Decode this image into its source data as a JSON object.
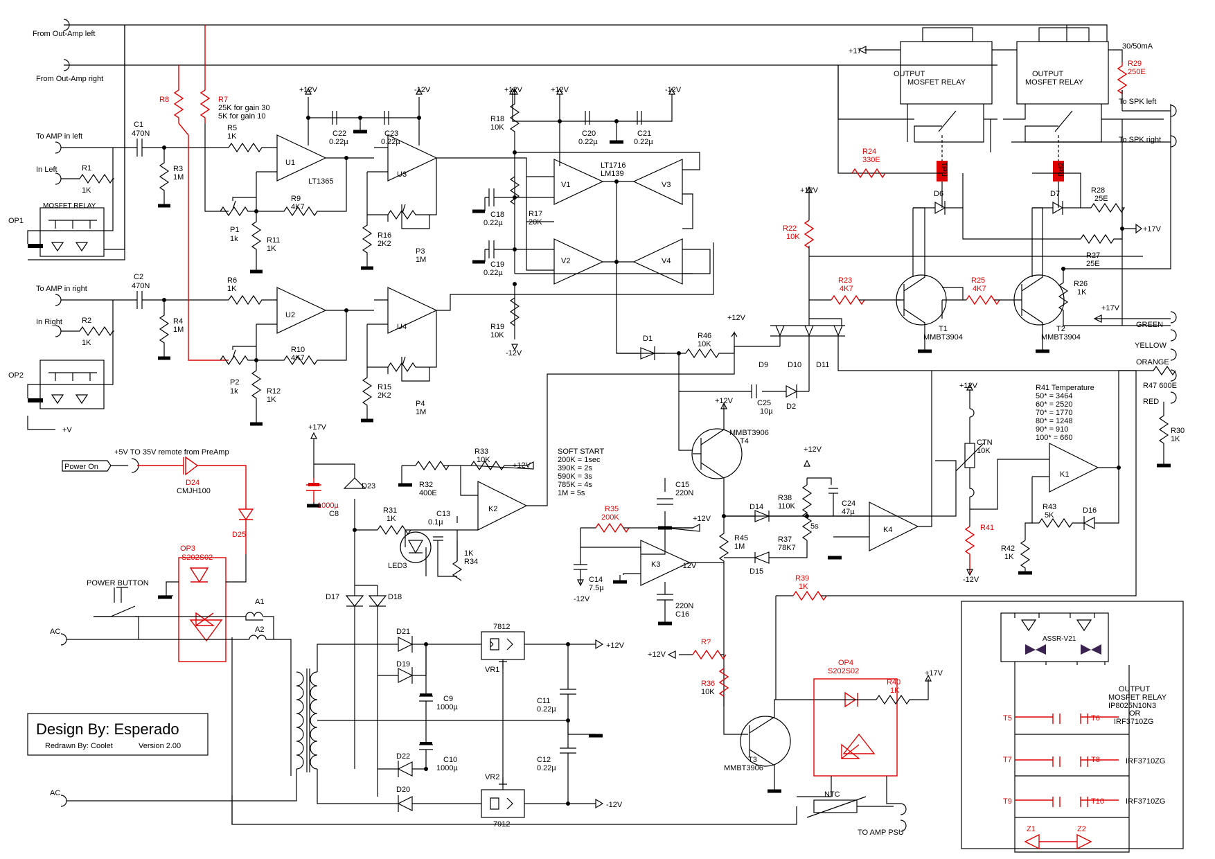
{
  "design": {
    "title": "Design By: Esperado",
    "redrawn": "Redrawn By: Coolet",
    "version": "Version 2.00"
  },
  "labels": {
    "from_out_amp_left": "From Out-Amp left",
    "from_out_amp_right": "From Out-Amp right",
    "to_amp_in_left": "To AMP in left",
    "in_left": "In Left",
    "to_amp_in_right": "To AMP in right",
    "in_right": "In Right",
    "op1": "OP1",
    "op2": "OP2",
    "mosfet_relay": "MOSFET RELAY",
    "plus_v": "+V",
    "remote": "+5V TO 35V  remote from PreAmp",
    "power_on": "Power On",
    "power_button": "POWER BUTTON",
    "ac1": "AC",
    "ac2": "AC",
    "to_spk_left": "To SPK left",
    "to_spk_right": "To SPK right",
    "green": "GREEN",
    "yellow": "YELLOW",
    "orange": "ORANGE",
    "red_wire": "RED",
    "to_amp_psu": "TO AMP PSU",
    "plus17_top": "+17",
    "current": "30/50mA",
    "soft_start": [
      "SOFT START",
      "200K = 1sec",
      "390K = 2s",
      "590K = 3s",
      "785K = 4s",
      "1M = 5s"
    ],
    "r41_temp": [
      "R41 Temperature",
      "50* = 3464",
      "60* = 2520",
      "70* = 1770",
      "80* = 1248",
      "90* = 910",
      "100* = 660"
    ],
    "output_relay_inset": [
      "OUTPUT",
      "MOSFET RELAY",
      "IP8025N10N3",
      "OR",
      "IRF3710ZG"
    ],
    "irf1": "IRF3710ZG",
    "irf2": "IRF3710ZG",
    "assr": "ASSR-V21",
    "five_s": "5s",
    "relay_box": [
      "OUTPUT",
      "MOSFET RELAY"
    ]
  },
  "components": {
    "C1": [
      "C1",
      "470N"
    ],
    "C2": [
      "C2",
      "470N"
    ],
    "R1": [
      "R1",
      "1K"
    ],
    "R2": [
      "R2",
      "1K"
    ],
    "R3": [
      "R3",
      "1M"
    ],
    "R4": [
      "R4",
      "1M"
    ],
    "R5": [
      "R5",
      "1K"
    ],
    "R6": [
      "R6",
      "1K"
    ],
    "R7": [
      "R7",
      "25K for gain 30",
      "5K for gain 10"
    ],
    "R8": [
      "R8"
    ],
    "R9": [
      "R9",
      "4K7"
    ],
    "R10": [
      "R10",
      "4K7"
    ],
    "R11": [
      "R11",
      "1K"
    ],
    "R12": [
      "R12",
      "1K"
    ],
    "P1": [
      "P1",
      "1k"
    ],
    "P2": [
      "P2",
      "1k"
    ],
    "P3": [
      "P3",
      "1M"
    ],
    "P4": [
      "P4",
      "1M"
    ],
    "R15": [
      "R15",
      "2K2"
    ],
    "R16": [
      "R16",
      "2K2"
    ],
    "U1": "U1",
    "U2": "U2",
    "U3": "U3",
    "U4": "U4",
    "LT1365": "LT1365",
    "C22": [
      "C22",
      "0.22µ"
    ],
    "C23": [
      "C23",
      "0.22µ"
    ],
    "C20": [
      "C20",
      "0.22µ"
    ],
    "C21": [
      "C21",
      "0.22µ"
    ],
    "C18": [
      "C18",
      "0.22µ"
    ],
    "C19": [
      "C19",
      "0.22µ"
    ],
    "R17": [
      "R17",
      "20K"
    ],
    "R18": [
      "R18",
      "10K"
    ],
    "R19": [
      "R19",
      "10K"
    ],
    "V1": "V1",
    "V2": "V2",
    "V3": "V3",
    "V4": "V4",
    "LT1716": [
      "LT1716",
      "LM139"
    ],
    "R24": [
      "R24",
      "330E"
    ],
    "R29": [
      "R29",
      "250E"
    ],
    "R22": [
      "R22",
      "10K"
    ],
    "R23": [
      "R23",
      "4K7"
    ],
    "R25": [
      "R25",
      "4K7"
    ],
    "R26": [
      "R26",
      "1K"
    ],
    "R27": [
      "R27",
      "25E"
    ],
    "R28": [
      "R28",
      "25E"
    ],
    "T1": [
      "T1",
      "MMBT3904"
    ],
    "T2": [
      "T2",
      "MMBT3904"
    ],
    "T3": [
      "T3",
      "MMBT3906"
    ],
    "T4": [
      "MMBT3906",
      "T4"
    ],
    "Rel1": "Rel1",
    "Rel2": "Rel2",
    "D6": "D6",
    "D7": "D7",
    "D1": "D1",
    "D2": "D2",
    "D9": "D9",
    "D10": "D10",
    "D11": "D11",
    "R46": [
      "R46",
      "10K"
    ],
    "C25": [
      "C25",
      "10µ"
    ],
    "R47": "R47  600E",
    "R30": [
      "R30",
      "1K"
    ],
    "CTN": [
      "CTN",
      "10K"
    ],
    "K1": "K1",
    "R41": "R41",
    "R42": [
      "R42",
      "1K"
    ],
    "R43": [
      "R43",
      "5K"
    ],
    "D16": "D16",
    "C15": [
      "C15",
      "220N"
    ],
    "C16": [
      "220N",
      "C16"
    ],
    "C14": [
      "C14",
      "7.5µ"
    ],
    "R35": [
      "R35",
      "200K"
    ],
    "K3": "K3",
    "K4": "K4",
    "K2": "K2",
    "R38": [
      "R38",
      "110K"
    ],
    "R37": [
      "R37",
      "78K7"
    ],
    "C24": [
      "C24",
      "47µ"
    ],
    "R45": [
      "R45",
      "1M"
    ],
    "D14": "D14",
    "D15": "D15",
    "R39": [
      "R39",
      "1K"
    ],
    "R36": [
      "R36",
      "10K"
    ],
    "R_Q": "R?",
    "OP3": [
      "OP3",
      "S202S02"
    ],
    "OP4": [
      "OP4",
      "S202S02"
    ],
    "R40": [
      "R40",
      "1K"
    ],
    "D23": "D23",
    "D24": [
      "D24",
      "CMJH100"
    ],
    "D25": "D25",
    "D17": "D17",
    "D18": "D18",
    "C8": [
      "1000µ",
      "C8"
    ],
    "R31": [
      "R31",
      "1K"
    ],
    "R32": [
      "R32",
      "400E"
    ],
    "R33": [
      "R33",
      "10K"
    ],
    "C13": [
      "C13",
      "0.1µ"
    ],
    "R34": [
      "1K",
      "R34"
    ],
    "LED3": "LED3",
    "A1": "A1",
    "A2": "A2",
    "D19": "D19",
    "D20": "D20",
    "D21": "D21",
    "D22": "D22",
    "C9": [
      "C9",
      "1000µ"
    ],
    "C10": [
      "C10",
      "1000µ"
    ],
    "C11": [
      "C11",
      "0.22µ"
    ],
    "C12": [
      "C12",
      "0.22µ"
    ],
    "VR1": [
      "7812",
      "VR1"
    ],
    "VR2": [
      "VR2",
      "7912"
    ],
    "NTC": "NTC",
    "T5": "T5",
    "T6": "T6",
    "T7": "T7",
    "T8": "T8",
    "T9": "T9",
    "T10": "T10",
    "Z1": "Z1",
    "Z2": "Z2"
  },
  "rails": {
    "p12": "+12V",
    "m12": "-12V",
    "p17": "+17V",
    "p17b": "+17",
    "m12b": "-12V"
  },
  "colors": {
    "line": "#000000",
    "accent": "#e00000"
  }
}
